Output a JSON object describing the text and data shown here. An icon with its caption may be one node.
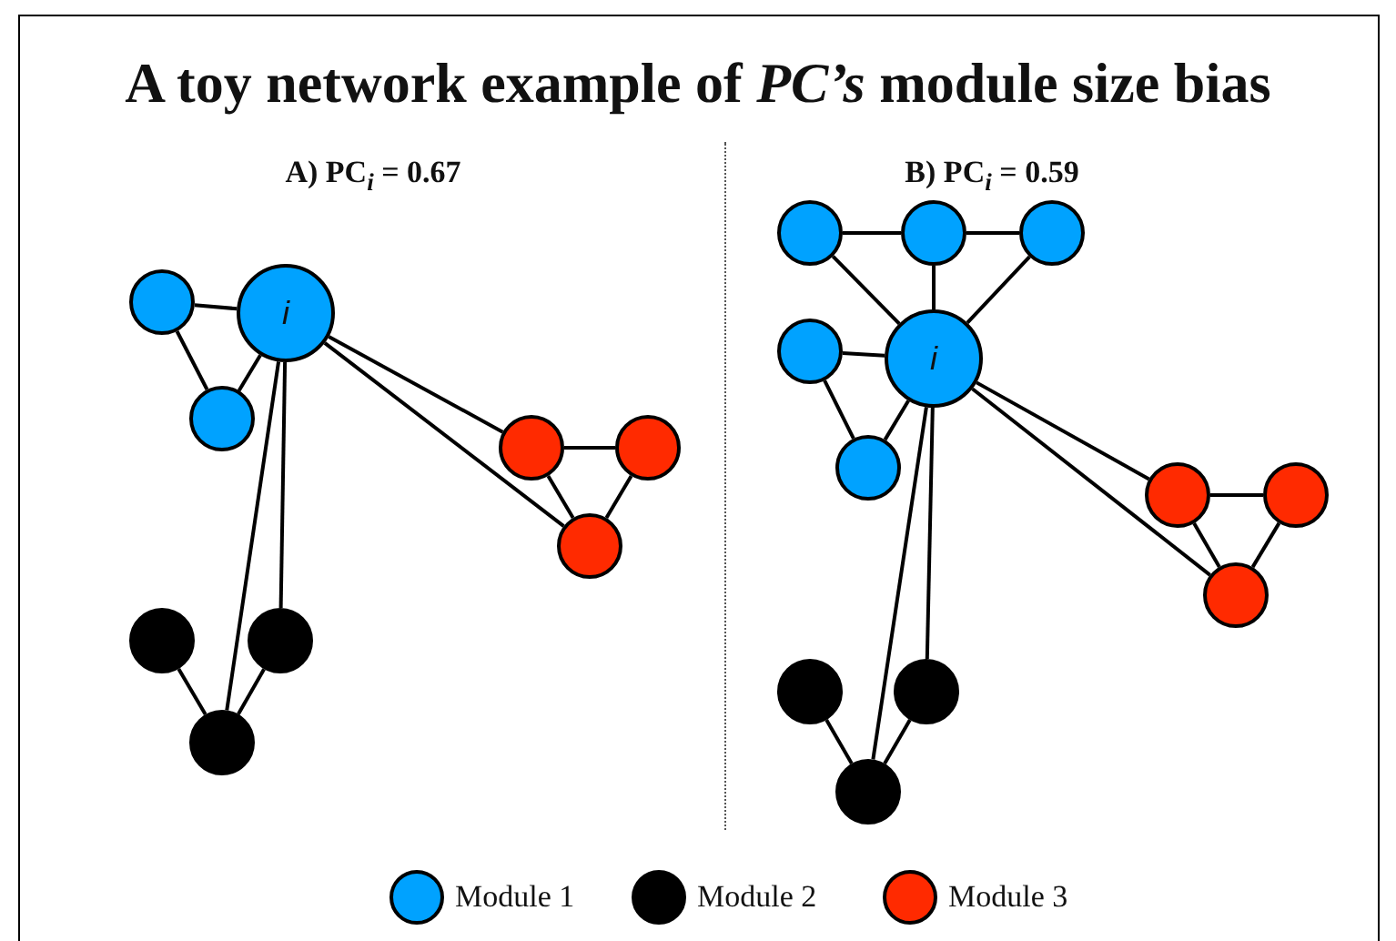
{
  "diagram": {
    "title": "A toy network example of *PC’s* module size bias",
    "nodes": [
      {
        "text": [
          "i"
        ]
      },
      {
        "text": [],
        "shape": "circle"
      },
      {
        "text": [],
        "shape": "circle"
      },
      {
        "text": [],
        "shape": "circle"
      },
      {
        "text": [],
        "shape": "circle"
      },
      {
        "text": [],
        "shape": "circle"
      },
      {
        "text": [],
        "shape": "circle"
      },
      {
        "text": [],
        "shape": "circle"
      },
      {
        "text": [],
        "shape": "circle"
      },
      {
        "text": [
          "i"
        ]
      },
      {
        "text": [],
        "shape": "circle"
      },
      {
        "text": [],
        "shape": "circle"
      },
      {
        "text": [],
        "shape": "circle"
      },
      {
        "text": [],
        "shape": "circle"
      },
      {
        "text": [],
        "shape": "circle"
      },
      {
        "text": [],
        "shape": "circle"
      },
      {
        "text": [],
        "shape": "circle"
      },
      {
        "text": [],
        "shape": "circle"
      },
      {
        "text": [],
        "shape": "circle"
      },
      {
        "text": [],
        "shape": "circle"
      },
      {
        "text": [],
        "shape": "circle"
      }
    ],
    "edges": [
      {
        "from": 0,
        "to": 1,
        "arrow": "none"
      },
      {
        "from": 1,
        "to": 2,
        "arrow": "none"
      },
      {
        "from": 0,
        "to": 2,
        "arrow": "none"
      },
      {
        "from": 0,
        "to": 3,
        "arrow": "none"
      },
      {
        "from": 0,
        "to": 5,
        "arrow": "none"
      },
      {
        "from": 3,
        "to": 4,
        "arrow": "none"
      },
      {
        "from": 3,
        "to": 5,
        "arrow": "none"
      },
      {
        "from": 4,
        "to": 5,
        "arrow": "none"
      },
      {
        "from": 0,
        "to": 8,
        "arrow": "none"
      },
      {
        "from": 0,
        "to": 7,
        "arrow": "none"
      },
      {
        "from": 6,
        "to": 8,
        "arrow": "none"
      },
      {
        "from": 7,
        "to": 8,
        "arrow": "none"
      },
      {
        "from": 10,
        "to": 11,
        "arrow": "none"
      },
      {
        "from": 11,
        "to": 12,
        "arrow": "none"
      },
      {
        "from": 10,
        "to": 9,
        "arrow": "none"
      },
      {
        "from": 11,
        "to": 9,
        "arrow": "none"
      },
      {
        "from": 12,
        "to": 9,
        "arrow": "none"
      },
      {
        "from": 13,
        "to": 9,
        "arrow": "none"
      },
      {
        "from": 13,
        "to": 14,
        "arrow": "none"
      },
      {
        "from": 14,
        "to": 9,
        "arrow": "none"
      },
      {
        "from": 9,
        "to": 15,
        "arrow": "none"
      },
      {
        "from": 9,
        "to": 17,
        "arrow": "none"
      },
      {
        "from": 15,
        "to": 16,
        "arrow": "none"
      },
      {
        "from": 15,
        "to": 17,
        "arrow": "none"
      },
      {
        "from": 16,
        "to": 17,
        "arrow": "none"
      },
      {
        "from": 9,
        "to": 20,
        "arrow": "none"
      },
      {
        "from": 9,
        "to": 19,
        "arrow": "none"
      },
      {
        "from": 18,
        "to": 20,
        "arrow": "none"
      },
      {
        "from": 19,
        "to": 20,
        "arrow": "none"
      }
    ],
    "labels": [
      "A) PC$_{i}$ = 0.67",
      "B) PC$_{i}$ = 0.59"
    ],
    "legend": [
      {
        "text": "Module 1",
        "color": "#00a2ff"
      },
      {
        "text": "Module 2",
        "color": "#000000"
      },
      {
        "text": "Module 3",
        "color": "#ff2a00"
      }
    ]
  }
}
